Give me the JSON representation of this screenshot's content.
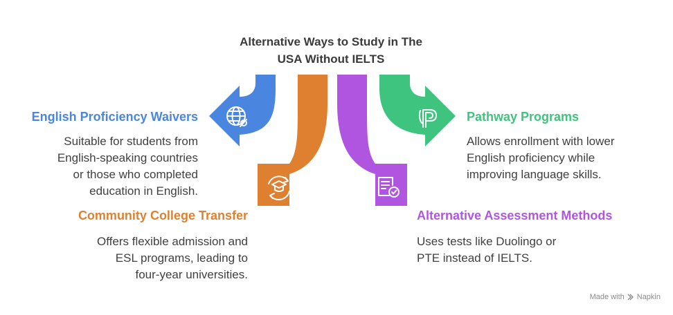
{
  "title": {
    "line1": "Alternative Ways to Study in The",
    "line2": "USA Without IELTS"
  },
  "items": [
    {
      "heading": "English Proficiency Waivers",
      "color": "#4a86e0",
      "icon": "globe-icon",
      "description": [
        "Suitable for students from",
        "English-speaking countries",
        "or those who completed",
        "education in English."
      ]
    },
    {
      "heading": "Community College Transfer",
      "color": "#df8030",
      "icon": "graduation-cap-icon",
      "description": [
        "Offers flexible admission and",
        "ESL programs, leading to",
        "four-year universities."
      ]
    },
    {
      "heading": "Alternative Assessment Methods",
      "color": "#b055e0",
      "icon": "document-check-icon",
      "description": [
        "Uses tests like Duolingo or",
        "PTE instead of IELTS."
      ]
    },
    {
      "heading": "Pathway Programs",
      "color": "#3ec47e",
      "icon": "p-letter-icon",
      "description": [
        "Allows enrollment with lower",
        "English proficiency while",
        "improving language skills."
      ]
    }
  ],
  "footer": {
    "made_with": "Made with",
    "brand": "Napkin"
  }
}
